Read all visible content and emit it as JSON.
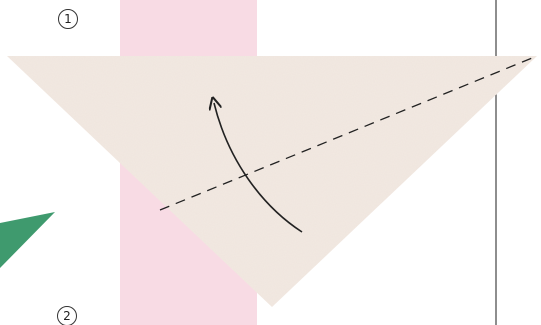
{
  "steps": [
    {
      "label": "1"
    },
    {
      "label": "2"
    }
  ],
  "colors": {
    "paper": "#f3e9e2",
    "pink_strip": "#f8dbe4",
    "green_paper": "#3f9a6e",
    "line": "#222222",
    "divider": "#444444"
  },
  "icons": {
    "fold_arrow": "curved-arrow-icon",
    "fold_line": "dashed-valley-fold-line"
  }
}
